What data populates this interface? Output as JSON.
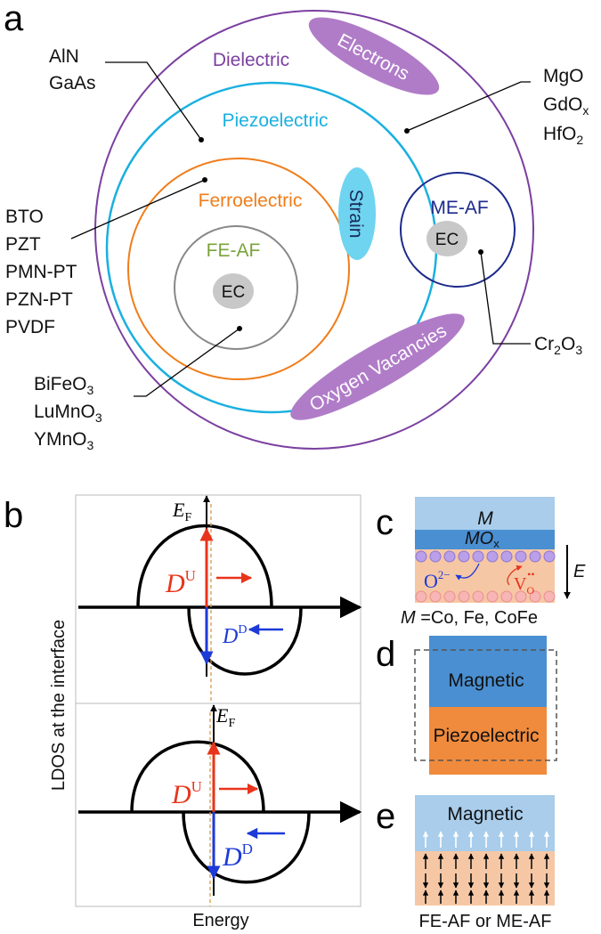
{
  "panel_a": {
    "label": "a",
    "dielectric": "Dielectric",
    "piezoelectric": "Piezoelectric",
    "ferroelectric": "Ferroelectric",
    "fe_af": "FE-AF",
    "me_af": "ME-AF",
    "ec": "EC",
    "electrons": "Electrons",
    "strain": "Strain",
    "oxygen_vacancies": "Oxygen Vacancies",
    "group_aln": [
      "AlN",
      "GaAs"
    ],
    "group_mgo": {
      "mgo": "MgO",
      "gdo": "GdO",
      "gdo_sub": "x",
      "hfo": "HfO",
      "hfo_sub": "2"
    },
    "group_bto": [
      "BTO",
      "PZT",
      "PMN-PT",
      "PZN-PT",
      "PVDF"
    ],
    "group_bfo": {
      "bfo": "BiFeO",
      "bfo_sub": "3",
      "lmo": "LuMnO",
      "lmo_sub": "3",
      "ymo": "YMnO",
      "ymo_sub": "3"
    },
    "cr2o3": {
      "a": "Cr",
      "a_sub": "2",
      "b": "O",
      "b_sub": "3"
    }
  },
  "panel_b": {
    "label": "b",
    "ylabel": "LDOS at the interface",
    "xlabel": "Energy",
    "ef": "E",
    "ef_sub": "F",
    "du": "D",
    "du_sup": "U",
    "dd": "D",
    "dd_sup": "D"
  },
  "panel_c": {
    "label": "c",
    "m": "M",
    "mox": "MO",
    "mox_sub": "x",
    "o2": "O",
    "o2_sup": "2−",
    "vo": "V",
    "vo_sub": "O",
    "vo_sup": "••",
    "e": "E",
    "caption_m": "M",
    "caption_rest": " =Co, Fe, CoFe"
  },
  "panel_d": {
    "label": "d",
    "magnetic": "Magnetic",
    "piezoelectric": "Piezoelectric"
  },
  "panel_e": {
    "label": "e",
    "magnetic": "Magnetic",
    "caption": "FE-AF or ME-AF"
  },
  "colors": {
    "dielectric": "#7b3fa0",
    "piezo": "#1ab0e0",
    "ferro": "#f07d1a",
    "fe_af": "#7aa33a",
    "me_af": "#1c2a8c",
    "ec_fill": "#c8c8c8",
    "bubble": "#b07cc8",
    "strain": "#6fd4f0",
    "red": "#e8341c",
    "blue": "#1c3ad8",
    "light_blue": "#a9cdeb",
    "mid_blue": "#4a8fd1",
    "orange": "#f08a3c",
    "peach": "#f6c7a5"
  }
}
